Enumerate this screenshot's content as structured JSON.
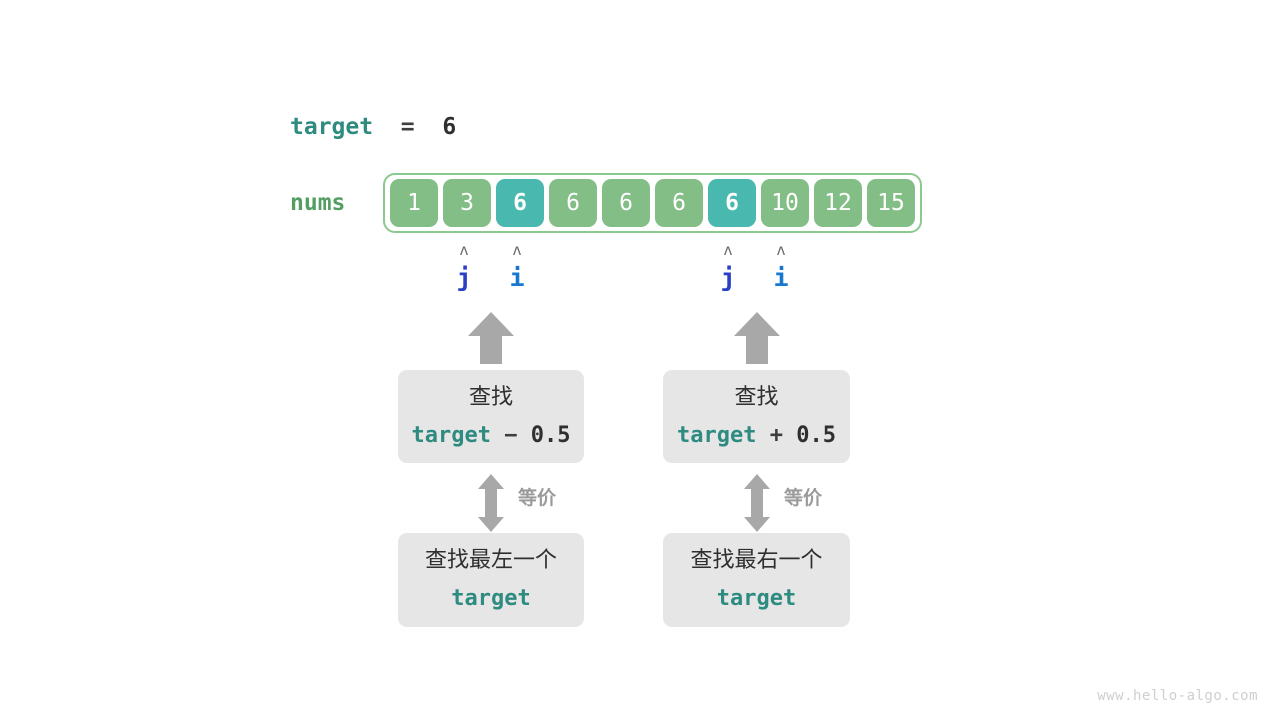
{
  "diagram": {
    "title_expr": {
      "var": "target",
      "op": "=",
      "value": "6"
    },
    "array_label": "nums",
    "array": {
      "values": [
        "1",
        "3",
        "6",
        "6",
        "6",
        "6",
        "6",
        "10",
        "12",
        "15"
      ],
      "highlighted_indices": [
        2,
        6
      ],
      "cell_color": "#84be87",
      "highlight_color": "#49b8ae",
      "border_color": "#8cc98f"
    },
    "pointers": [
      {
        "name": "j",
        "caret": "ʌ",
        "index": 1,
        "color": "#2b40c6"
      },
      {
        "name": "i",
        "caret": "ʌ",
        "index": 2,
        "color": "#1878d0"
      },
      {
        "name": "j",
        "caret": "ʌ",
        "index": 6,
        "color": "#2b40c6"
      },
      {
        "name": "i",
        "caret": "ʌ",
        "index": 7,
        "color": "#1878d0"
      }
    ],
    "columns": [
      {
        "top_box": {
          "line1": "查找",
          "expr_var": "target",
          "expr_op": " − ",
          "expr_num": "0.5"
        },
        "equiv_label": "等价",
        "bottom_box": {
          "line1": "查找最左一个",
          "expr_var": "target"
        }
      },
      {
        "top_box": {
          "line1": "查找",
          "expr_var": "target",
          "expr_op": " + ",
          "expr_num": "0.5"
        },
        "equiv_label": "等价",
        "bottom_box": {
          "line1": "查找最右一个",
          "expr_var": "target"
        }
      }
    ],
    "watermark": "www.hello-algo.com",
    "colors": {
      "teal_text": "#2e8b80",
      "green_text": "#549e63",
      "dark_text": "#2f2f2f",
      "arrow_gray": "#a8a8a8",
      "box_gray": "#e6e6e6"
    }
  }
}
